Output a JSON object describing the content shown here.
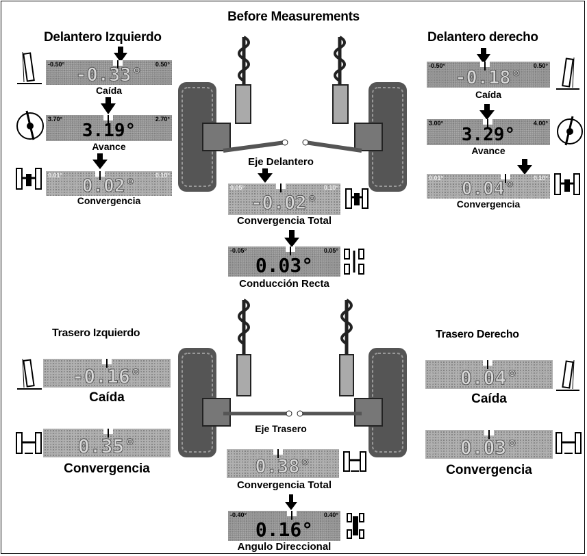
{
  "title": "Before Measurements",
  "front_left": {
    "header": "Delantero Izquierdo",
    "camber": {
      "label": "Caída",
      "value": "-0.33°",
      "min": "-0.50°",
      "max": "0.50°"
    },
    "caster": {
      "label": "Avance",
      "value": "3.19°",
      "min": "3.70°",
      "max": "2.70°"
    },
    "toe": {
      "label": "Convergencia",
      "value": "0.02°",
      "min": "0.01°",
      "max": "0.10°"
    }
  },
  "front_right": {
    "header": "Delantero derecho",
    "camber": {
      "label": "Caída",
      "value": "-0.18°",
      "min": "-0.50°",
      "max": "0.50°"
    },
    "caster": {
      "label": "Avance",
      "value": "3.29°",
      "min": "3.00°",
      "max": "4.00°"
    },
    "toe": {
      "label": "Convergencia",
      "value": "0.04°",
      "min": "0.01°",
      "max": "0.10°"
    }
  },
  "front_axle": {
    "label": "Eje Delantero",
    "total_toe": {
      "label": "Convergencia Total",
      "value": "-0.02°",
      "min": "0.05°",
      "max": "0.10°"
    },
    "straight_drive": {
      "label": "Conducción Recta",
      "value": "0.03°",
      "min": "-0.05°",
      "max": "0.05°"
    }
  },
  "rear_left": {
    "header": "Trasero Izquierdo",
    "camber": {
      "label": "Caída",
      "value": "-0.16°"
    },
    "toe": {
      "label": "Convergencia",
      "value": "0.35°"
    }
  },
  "rear_right": {
    "header": "Trasero Derecho",
    "camber": {
      "label": "Caída",
      "value": "0.04°"
    },
    "toe": {
      "label": "Convergencia",
      "value": "0.03°"
    }
  },
  "rear_axle": {
    "label": "Eje Trasero",
    "total_toe": {
      "label": "Convergencia Total",
      "value": "0.38°"
    },
    "thrust_angle": {
      "label": "Angulo Direccional",
      "value": "0.16°",
      "min": "-0.40°",
      "max": "0.40°"
    }
  }
}
